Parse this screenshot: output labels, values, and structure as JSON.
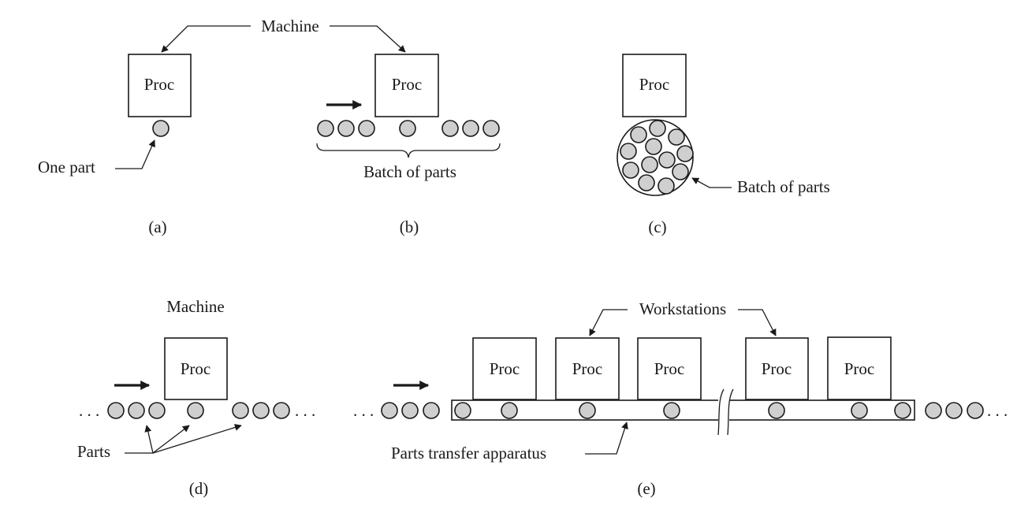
{
  "panels": {
    "a": {
      "caption": "(a)",
      "proc": "Proc",
      "part_label": "One part"
    },
    "b": {
      "caption": "(b)",
      "proc": "Proc",
      "batch_label": "Batch of parts"
    },
    "c": {
      "caption": "(c)",
      "proc": "Proc",
      "batch_label": "Batch of parts"
    },
    "d": {
      "caption": "(d)",
      "machine_label": "Machine",
      "proc": "Proc",
      "parts_label": "Parts",
      "ellipsis_left": ". . .",
      "ellipsis_right": ". . ."
    },
    "e": {
      "caption": "(e)",
      "workstations_label": "Workstations",
      "transfer_label": "Parts transfer apparatus",
      "procs": [
        "Proc",
        "Proc",
        "Proc",
        "Proc",
        "Proc"
      ],
      "ellipsis_left": ". . .",
      "ellipsis_right": ". . ."
    },
    "ab_machine_label": "Machine"
  }
}
